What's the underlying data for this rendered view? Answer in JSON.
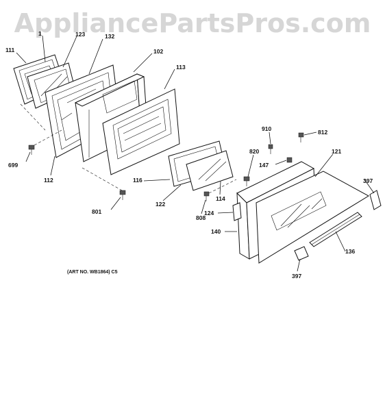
{
  "watermark": "AppliancePartsPros.com",
  "caption": "(ART NO. WB1864) C5",
  "callouts": {
    "c111": "111",
    "c1": "1",
    "c123": "123",
    "c132": "132",
    "c102": "102",
    "c113": "113",
    "c699": "699",
    "c112": "112",
    "c116": "116",
    "c801": "801",
    "c122": "122",
    "c808": "808",
    "c114": "114",
    "c820": "820",
    "c910": "910",
    "c812": "812",
    "c147": "147",
    "c121": "121",
    "c397a": "397",
    "c124": "124",
    "c140": "140",
    "c136": "136",
    "c397b": "397"
  },
  "colors": {
    "ink": "#111111",
    "watermark": "#d6d6d6",
    "background": "#ffffff"
  }
}
